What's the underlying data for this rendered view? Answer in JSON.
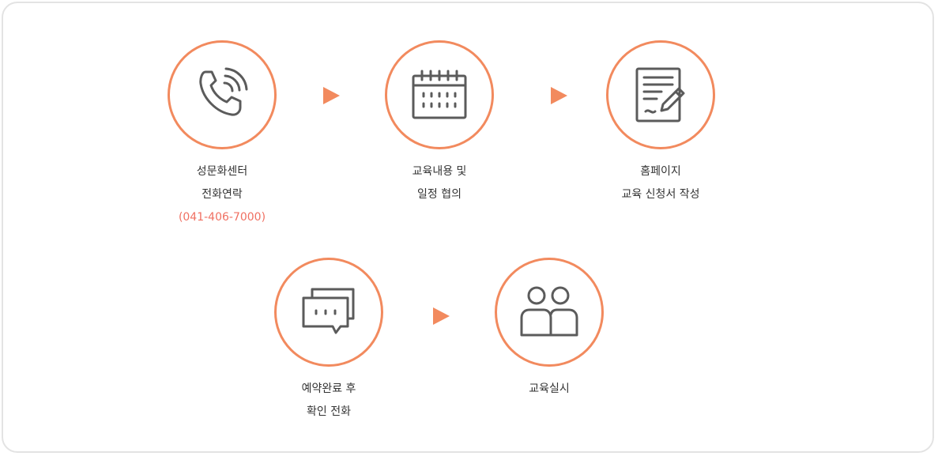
{
  "colors": {
    "accent": "#f28a5e",
    "icon": "#5b5b5b",
    "phone_text": "#f07062",
    "border": "#e3e3e3"
  },
  "steps": [
    {
      "icon": "phone-call-icon",
      "lines": [
        "성문화센터",
        "전화연락"
      ],
      "phone": "(041-406-7000)"
    },
    {
      "icon": "calendar-icon",
      "lines": [
        "교육내용 및",
        "일정 협의"
      ]
    },
    {
      "icon": "document-write-icon",
      "lines": [
        "홈페이지",
        "교육 신청서 작성"
      ]
    },
    {
      "icon": "chat-bubbles-icon",
      "lines": [
        "예약완료 후",
        "확인 전화"
      ]
    },
    {
      "icon": "people-icon",
      "lines": [
        "교육실시"
      ]
    }
  ]
}
